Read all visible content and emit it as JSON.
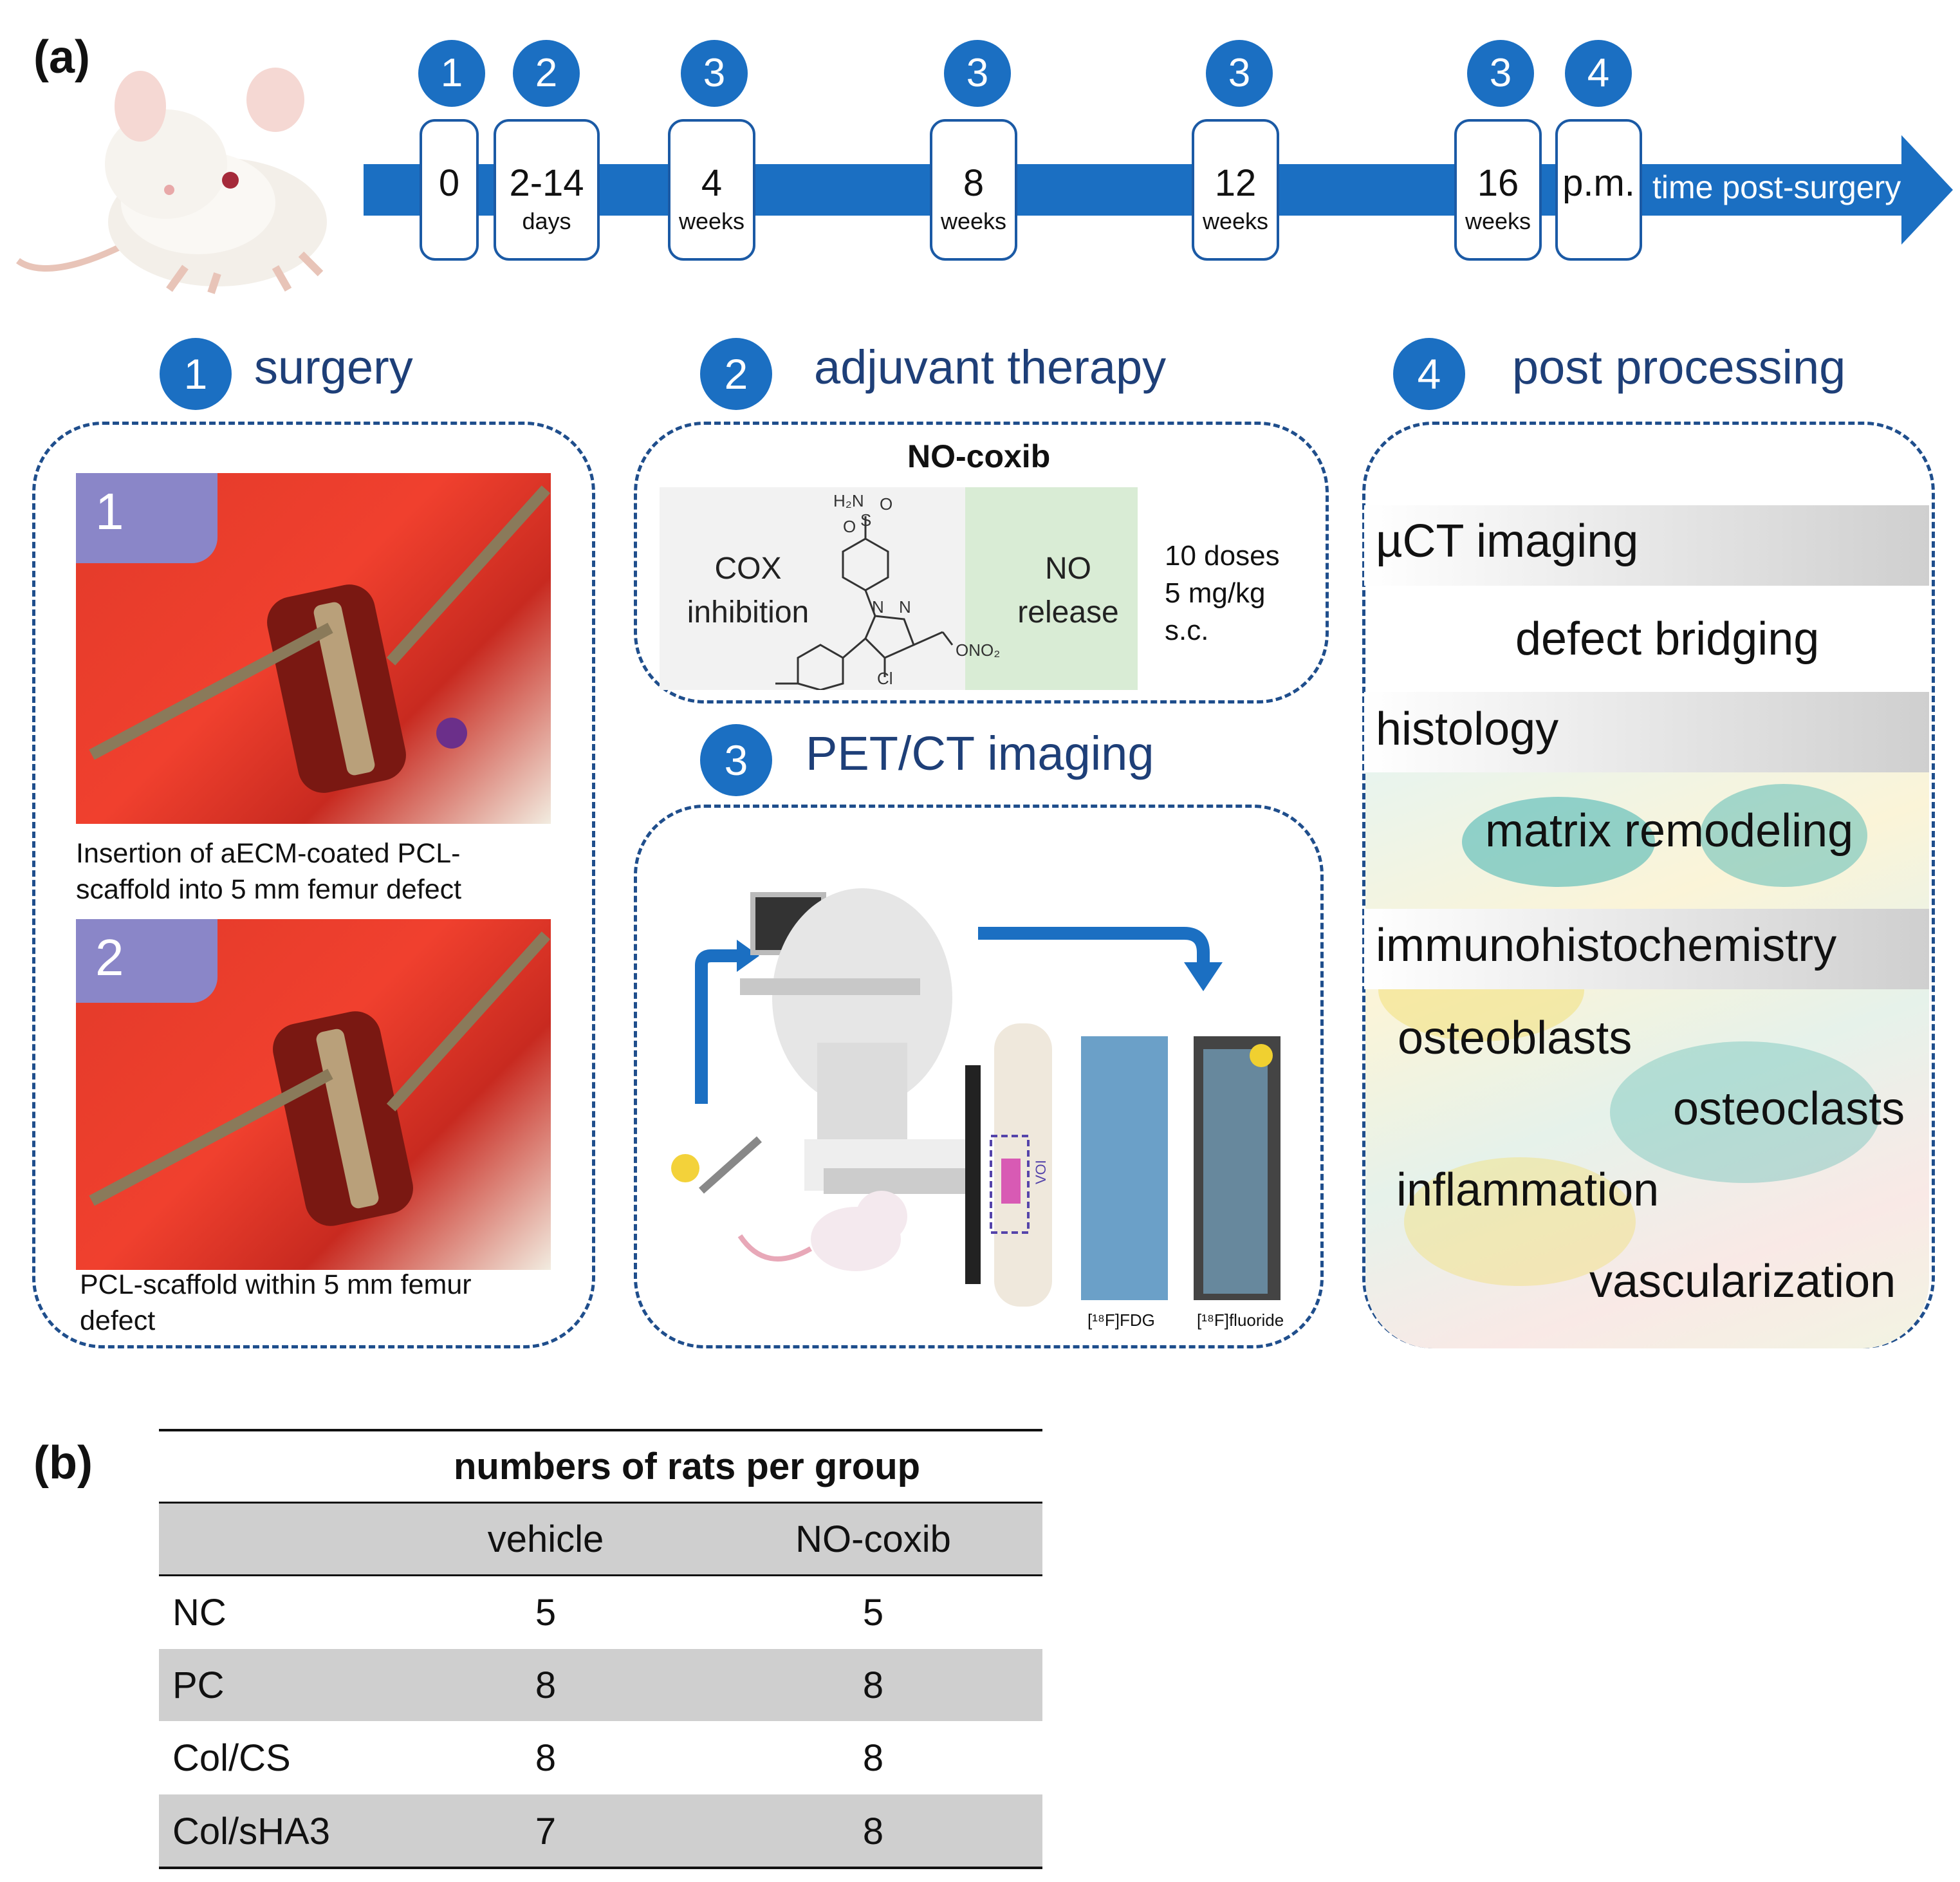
{
  "panel_a_label": "(a)",
  "panel_b_label": "(b)",
  "timeline": {
    "axis_label": "time post-surgery",
    "points": [
      {
        "step": "1",
        "value": "0",
        "unit": ""
      },
      {
        "step": "2",
        "value": "2-14",
        "unit": "days"
      },
      {
        "step": "3",
        "value": "4",
        "unit": "weeks"
      },
      {
        "step": "3",
        "value": "8",
        "unit": "weeks"
      },
      {
        "step": "3",
        "value": "12",
        "unit": "weeks"
      },
      {
        "step": "3",
        "value": "16",
        "unit": "weeks"
      },
      {
        "step": "4",
        "value": "p.m.",
        "unit": ""
      }
    ]
  },
  "sections": {
    "surgery": {
      "num": "1",
      "title": "surgery"
    },
    "adjuvant": {
      "num": "2",
      "title": "adjuvant therapy"
    },
    "pet": {
      "num": "3",
      "title": "PET/CT imaging"
    },
    "post": {
      "num": "4",
      "title": "post processing"
    }
  },
  "surgery_panel": {
    "photo1_num": "1",
    "photo1_caption_line1": "Insertion of aECM-coated PCL-",
    "photo1_caption_line2": "scaffold into 5 mm femur defect",
    "photo2_num": "2",
    "photo2_caption_line1": "PCL-scaffold within 5 mm femur",
    "photo2_caption_line2": "defect"
  },
  "adjuvant_panel": {
    "drug": "NO-coxib",
    "left_label_1": "COX",
    "left_label_2": "inhibition",
    "right_label_1": "NO",
    "right_label_2": "release",
    "chem_h2n": "H₂N",
    "chem_s": "S",
    "chem_o": "O",
    "chem_n": "N",
    "chem_cl": "Cl",
    "chem_ono2": "ONO₂",
    "dose_1": "10 doses",
    "dose_2": "5 mg/kg",
    "dose_3": "s.c."
  },
  "pet_panel": {
    "voi": "VOI",
    "scan1": "[¹⁸F]FDG",
    "scan2": "[¹⁸F]fluoride"
  },
  "post_panel": {
    "h1": "µCT imaging",
    "t1": "defect bridging",
    "h2": "histology",
    "t2": "matrix remodeling",
    "h3": "immunohistochemistry",
    "t3a": "osteoblasts",
    "t3b": "osteoclasts",
    "t3c": "inflammation",
    "t3d": "vascularization"
  },
  "table": {
    "title": "numbers of rats per group",
    "col_headers": [
      "vehicle",
      "NO-coxib"
    ],
    "rows": [
      {
        "group": "NC",
        "vehicle": "5",
        "nocoxib": "5"
      },
      {
        "group": "PC",
        "vehicle": "8",
        "nocoxib": "8"
      },
      {
        "group": "Col/CS",
        "vehicle": "8",
        "nocoxib": "8"
      },
      {
        "group": "Col/sHA3",
        "vehicle": "7",
        "nocoxib": "8"
      }
    ]
  },
  "colors": {
    "accent_blue": "#1b6fc2",
    "heading_navy": "#1e3f78",
    "dash": "#1f4e8c",
    "table_shade": "#cfcfcf"
  }
}
